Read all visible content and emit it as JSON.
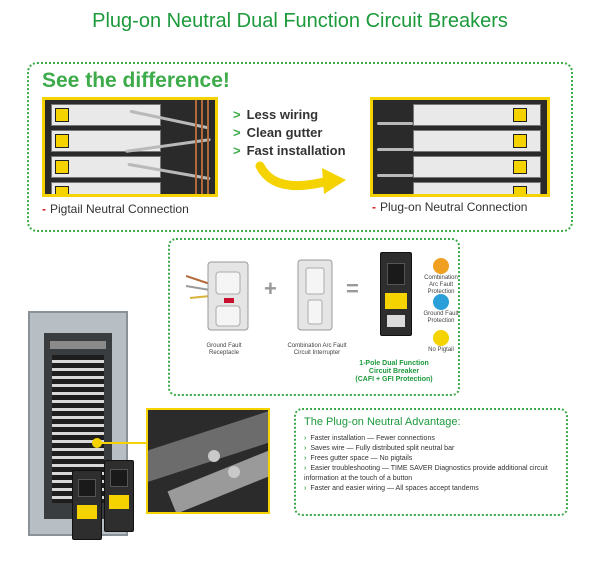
{
  "title": "Plug-on Neutral Dual Function Circuit Breakers",
  "comparison": {
    "heading": "See the difference!",
    "bullets": [
      "Less wiring",
      "Clean gutter",
      "Fast installation"
    ],
    "left_caption": "Pigtail Neutral Connection",
    "right_caption": "Plug-on Neutral Connection"
  },
  "equation": {
    "receptacle_label": "Ground Fault Receptacle",
    "interrupter_label": "Combination Arc Fault Circuit Interrupter",
    "breaker_label_1": "1-Pole Dual Function",
    "breaker_label_2": "Circuit Breaker",
    "breaker_label_3": "(CAFI + GFI Protection)",
    "plus": "+",
    "equals": "=",
    "icons": [
      {
        "name": "combination-arc-fault-icon",
        "label": "Combination Arc Fault Protection",
        "color": "#f0a020"
      },
      {
        "name": "ground-fault-icon",
        "label": "Ground Fault Protection",
        "color": "#2a9fd8"
      },
      {
        "name": "no-pigtail-icon",
        "label": "No Pigtail",
        "color": "#f4d300"
      }
    ]
  },
  "advantage": {
    "title": "The Plug-on Neutral Advantage:",
    "items": [
      "Faster installation — Fewer connections",
      "Saves wire — Fully distributed split neutral bar",
      "Frees gutter space — No pigtails",
      "Easier troubleshooting — TIME SAVER Diagnostics provide additional circuit information at the touch of a button",
      "Faster and easier wiring — All spaces accept tandems"
    ]
  },
  "colors": {
    "brand_green": "#3dab4a",
    "highlight_yellow": "#f4d300",
    "marker_red": "#d21a1a"
  }
}
